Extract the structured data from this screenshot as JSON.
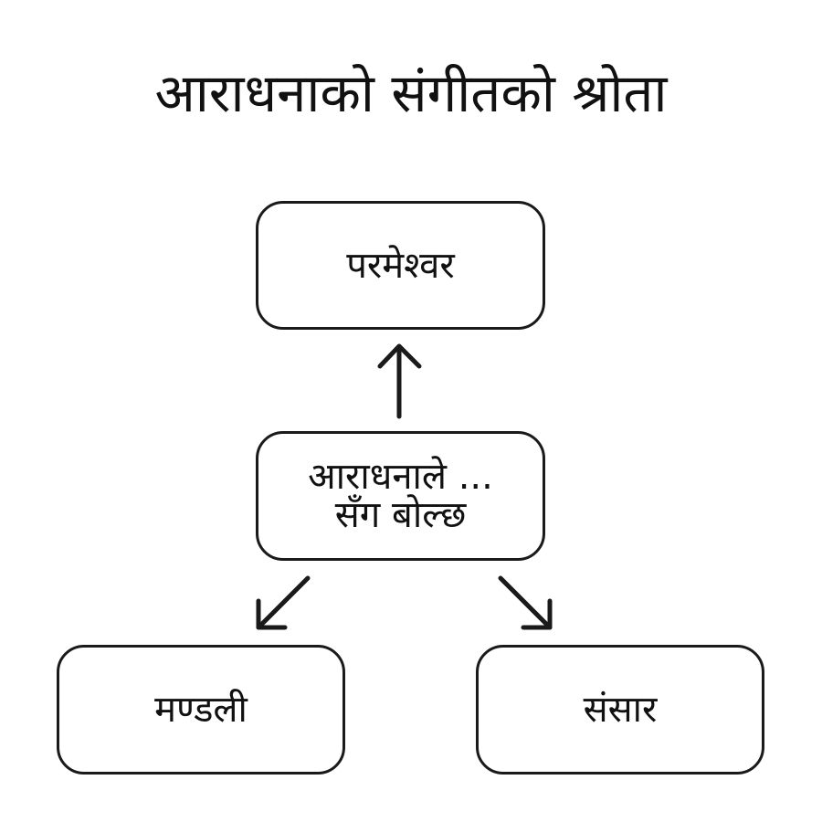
{
  "title": "आराधनाको संगीतको श्रोता",
  "nodes": {
    "top": "परमेश्वर",
    "middle_line1": "आराधनाले ...",
    "middle_line2": "सँग बोल्छ",
    "left": "मण्डली",
    "right": "संसार"
  }
}
